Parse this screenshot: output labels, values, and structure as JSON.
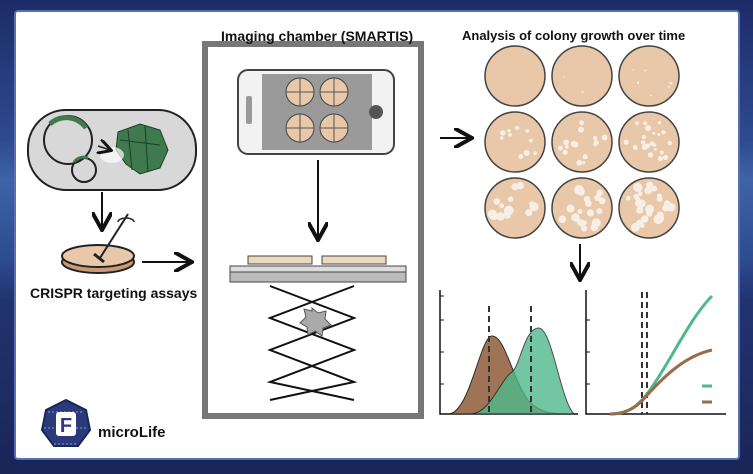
{
  "titles": {
    "imaging": "Imaging chamber (SMARTIS)",
    "analysis": "Analysis of colony growth over time",
    "crispr": "CRISPR targeting assays"
  },
  "logo": {
    "letter": "F",
    "text": "microLife"
  },
  "colors": {
    "plate_fill": "#e8c8a8",
    "colony": "#f7efe6",
    "brown": "#9a6c4c",
    "green": "#4fb98a",
    "cell_green": "#3e7a4e"
  },
  "plate_grid": {
    "rows": 3,
    "cols": 3,
    "colony_density": [
      0,
      2,
      6,
      10,
      16,
      22,
      14,
      20,
      26
    ]
  },
  "density_plot": {
    "series": [
      "brown",
      "green"
    ]
  },
  "growth_plot": {
    "series": [
      "green",
      "brown"
    ]
  }
}
